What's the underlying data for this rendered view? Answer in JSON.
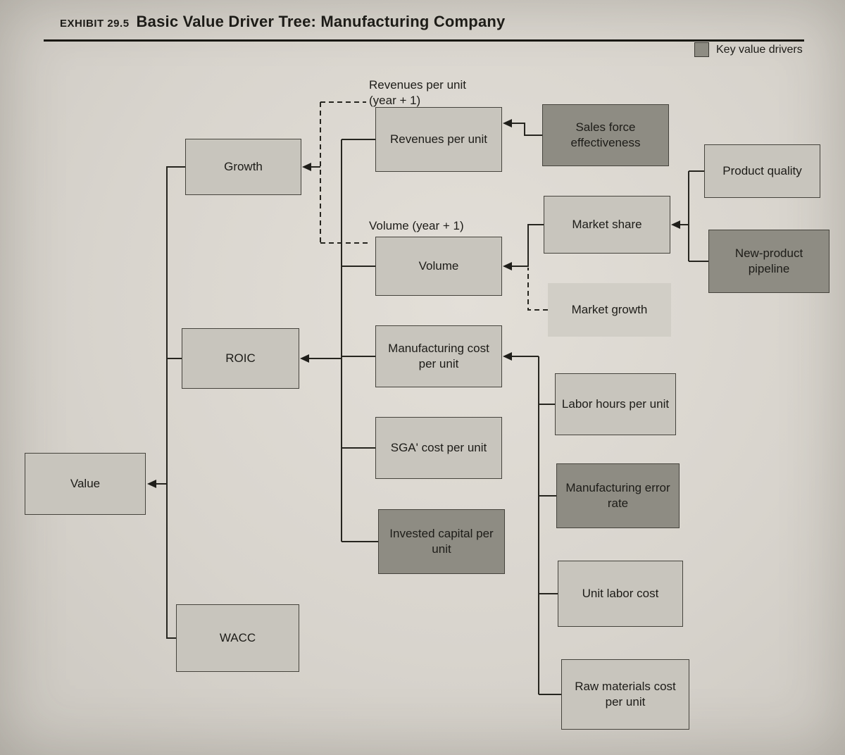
{
  "header": {
    "exhibit_label": "EXHIBIT 29.5",
    "title": "Basic Value Driver Tree: Manufacturing Company"
  },
  "legend": {
    "label": "Key value drivers"
  },
  "colors": {
    "light_box": "#c8c5bd",
    "dark_box": "#8e8c83",
    "plain_box": "#d1cec6",
    "line": "#26251f",
    "page": "#d8d4cd"
  },
  "nodes": {
    "value": "Value",
    "growth": "Growth",
    "roic": "ROIC",
    "wacc": "WACC",
    "revenues_per_unit_year1": "Revenues per unit (year + 1)",
    "revenues_per_unit": "Revenues per unit",
    "volume_year1": "Volume (year + 1)",
    "volume": "Volume",
    "manufacturing_cost_per_unit": "Manufacturing cost per unit",
    "sga_cost_per_unit": "SGA' cost per unit",
    "invested_capital_per_unit": "Invested capital per unit",
    "sales_force_effectiveness": "Sales force effectiveness",
    "market_share": "Market share",
    "market_growth": "Market growth",
    "labor_hours_per_unit": "Labor hours per unit",
    "manufacturing_error_rate": "Manufacturing error rate",
    "unit_labor_cost": "Unit labor cost",
    "raw_materials_cost_per_unit": "Raw materials cost per unit",
    "product_quality": "Product quality",
    "new_product_pipeline": "New-product pipeline"
  },
  "key_value_drivers": [
    "Sales force effectiveness",
    "New-product pipeline",
    "Manufacturing error rate",
    "Invested capital per unit"
  ]
}
